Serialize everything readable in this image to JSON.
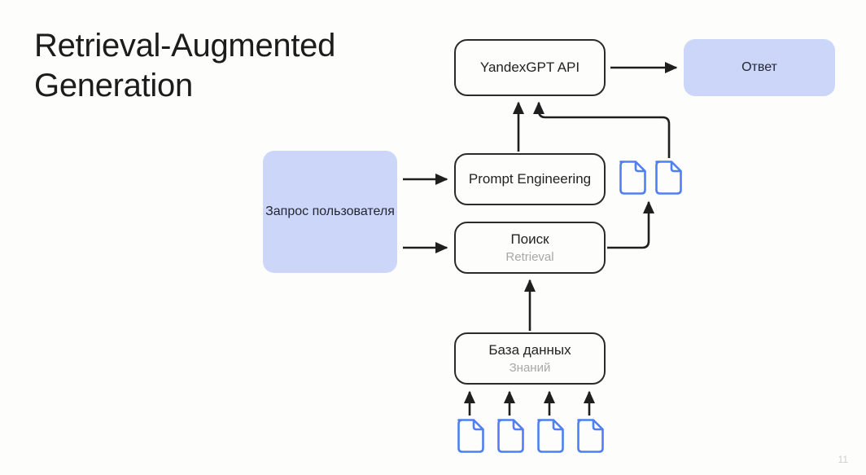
{
  "slide": {
    "title_line1": "Retrieval-Augmented",
    "title_line2": "Generation",
    "page_number": "11",
    "background_color": "#fdfdfb"
  },
  "colors": {
    "accent_fill": "#ccd6f9",
    "doc_icon_blue": "#4f7ff0",
    "outline": "#2b2b2b",
    "subtitle_gray": "#a8a8a8",
    "page_number_gray": "#cfcfcf"
  },
  "nodes": {
    "yandexgpt": {
      "label": "YandexGPT API",
      "style": "outline"
    },
    "answer": {
      "label": "Ответ",
      "style": "filled"
    },
    "query": {
      "label": "Запрос пользователя",
      "style": "filled"
    },
    "prompt": {
      "label": "Prompt Engineering",
      "style": "outline"
    },
    "search": {
      "label": "Поиск",
      "sublabel": "Retrieval",
      "style": "outline"
    },
    "database": {
      "label": "База данных",
      "sublabel": "Знаний",
      "style": "outline"
    }
  },
  "icons": {
    "document": "document-icon",
    "doc_top_count": 2,
    "doc_bottom_count": 4
  },
  "connectors": [
    {
      "name": "yandexgpt-to-answer",
      "from": "yandexgpt",
      "to": "answer",
      "type": "straight-right"
    },
    {
      "name": "prompt-to-yandexgpt",
      "from": "prompt",
      "to": "yandexgpt",
      "type": "straight-up"
    },
    {
      "name": "docs-to-yandexgpt",
      "from": "doc-top",
      "to": "yandexgpt",
      "type": "elbow-up-left"
    },
    {
      "name": "query-to-prompt",
      "from": "query",
      "to": "prompt",
      "type": "straight-right"
    },
    {
      "name": "query-to-search",
      "from": "query",
      "to": "search",
      "type": "straight-right"
    },
    {
      "name": "search-to-docs",
      "from": "search",
      "to": "doc-top",
      "type": "elbow-right-up"
    },
    {
      "name": "database-to-search",
      "from": "database",
      "to": "search",
      "type": "straight-up"
    },
    {
      "name": "docs-to-database-1",
      "from": "doc-bot-1",
      "to": "database",
      "type": "straight-up"
    },
    {
      "name": "docs-to-database-2",
      "from": "doc-bot-2",
      "to": "database",
      "type": "straight-up"
    },
    {
      "name": "docs-to-database-3",
      "from": "doc-bot-3",
      "to": "database",
      "type": "straight-up"
    },
    {
      "name": "docs-to-database-4",
      "from": "doc-bot-4",
      "to": "database",
      "type": "straight-up"
    }
  ]
}
